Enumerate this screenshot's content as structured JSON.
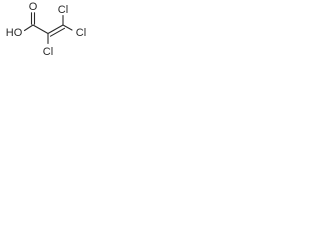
{
  "molecule": {
    "labels": {
      "carbonyl_oxygen": "O",
      "hydroxyl": "HO",
      "chlorine_top_left": "Cl",
      "chlorine_right": "Cl",
      "chlorine_bottom": "Cl"
    }
  },
  "colors": {
    "ink": "#2a2a2a",
    "background": "#ffffff"
  }
}
